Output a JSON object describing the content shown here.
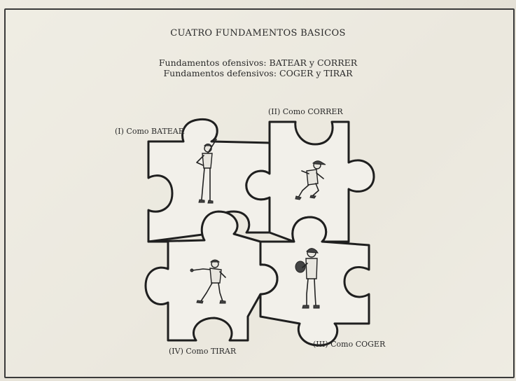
{
  "title": "CUATRO FUNDAMENTOS BASICOS",
  "subtitle_offensive": "Fundamentos ofensivos: BATEAR y CORRER",
  "subtitle_defensive": "Fundamentos defensivos: COGER y TIRAR",
  "pieces": [
    {
      "label": "(I) Como BATEAR",
      "icon": "batter-icon"
    },
    {
      "label": "(II) Como CORRER",
      "icon": "runner-icon"
    },
    {
      "label": "(III) Como COGER",
      "icon": "catcher-icon"
    },
    {
      "label": "(IV) Como TIRAR",
      "icon": "thrower-icon"
    }
  ]
}
